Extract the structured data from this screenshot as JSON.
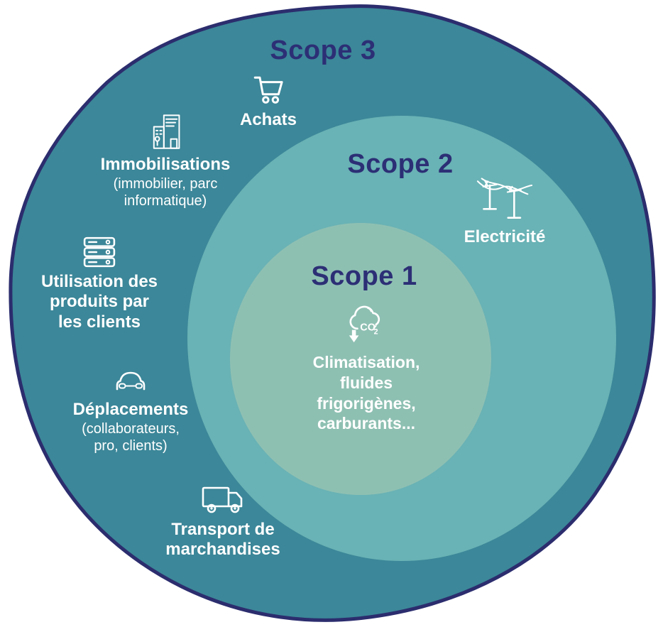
{
  "colors": {
    "outline": "#2B2D6E",
    "scope3_fill": "#3C8799",
    "scope2_fill": "#69B2B5",
    "scope1_fill": "#8EC0B2",
    "title_text": "#2C2F75",
    "item_text": "#FFFFFF"
  },
  "scope3": {
    "title": "Scope 3",
    "items": [
      {
        "icon": "shopping-cart",
        "label": "Achats"
      },
      {
        "icon": "building",
        "label": "Immobilisations",
        "sub": "(immobilier, parc\ninformatique)"
      },
      {
        "icon": "server-stack",
        "label": "Utilisation des\nproduits par\nles clients"
      },
      {
        "icon": "car",
        "label": "Déplacements",
        "sub": "(collaborateurs,\npro, clients)"
      },
      {
        "icon": "truck",
        "label": "Transport de\nmarchandises"
      }
    ]
  },
  "scope2": {
    "title": "Scope 2",
    "items": [
      {
        "icon": "power-lines",
        "label": "Electricité"
      }
    ]
  },
  "scope1": {
    "title": "Scope 1",
    "items": [
      {
        "icon": "co2-cloud",
        "label": "Climatisation,\nfluides\nfrigorigènes,\ncarburants...",
        "co2_text": "CO",
        "co2_sub": "2"
      }
    ]
  }
}
